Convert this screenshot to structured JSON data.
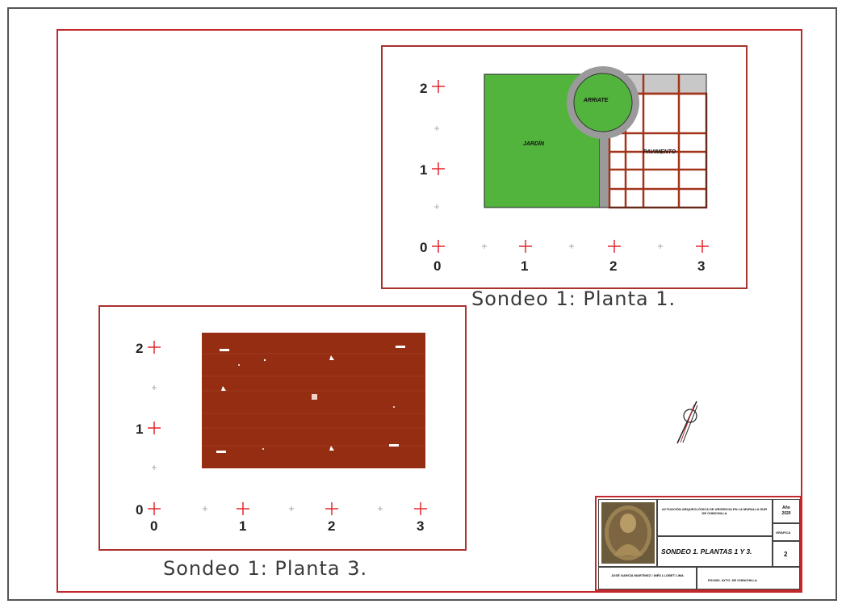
{
  "plans": [
    {
      "caption": "Sondeo 1: Planta 1.",
      "zones": {
        "garden": "JARDÍN",
        "bed": "ARRIATE",
        "paving": "PAVIMENTO"
      },
      "y_labels": [
        "2",
        "1",
        "0"
      ],
      "x_labels": [
        "0",
        "1",
        "2",
        "3"
      ]
    },
    {
      "caption": "Sondeo 1: Planta 3.",
      "y_labels": [
        "2",
        "1",
        "0"
      ],
      "x_labels": [
        "0",
        "1",
        "2",
        "3"
      ]
    }
  ],
  "title_block": {
    "project": "ACTUACIÓN ARQUEOLÓGICA DE URGENCIA EN LA MURALLA SUR DE CHINCHILLA",
    "scale_value": "Año 2020",
    "scale_value2": "GRÁFICA",
    "plan_title": "SONDEO 1. PLANTAS 1 Y 3.",
    "plan_number": "2",
    "authors": "JOSÉ GARCÍA MARTÍNEZ / INÉS LLOBET LIMA",
    "client": "EXCMO. AYTO. DE CHINCHILLA"
  },
  "colors": {
    "frame": "#c0282b",
    "garden": "#52b43c",
    "surface": "#952d12",
    "paving_lines": "#a2341a",
    "path": "#9a9a9a"
  },
  "icons": {
    "north_arrow": "north-arrow-icon",
    "seal": "medallion-seal"
  }
}
